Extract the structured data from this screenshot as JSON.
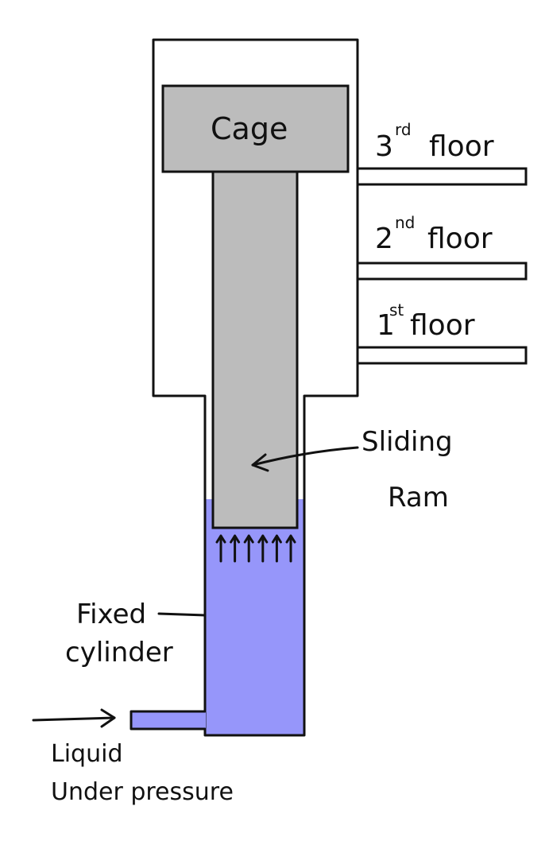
{
  "labels": {
    "cage": "Cage",
    "floors": [
      {
        "num": "3",
        "sup": "rd",
        "word": "floor"
      },
      {
        "num": "2",
        "sup": "nd",
        "word": "floor"
      },
      {
        "num": "1",
        "sup": "st",
        "word": "floor"
      }
    ],
    "sliding_ram": [
      "Sliding",
      "Ram"
    ],
    "fixed_cylinder": [
      "Fixed",
      "cylinder"
    ],
    "liquid": [
      "Liquid",
      "Under pressure"
    ]
  },
  "colors": {
    "cage_fill": "#bcbcbc",
    "ram_fill": "#bcbcbc",
    "liquid_fill": "#9696fa",
    "outline": "#111111"
  },
  "pressure_arrow_count": 6
}
